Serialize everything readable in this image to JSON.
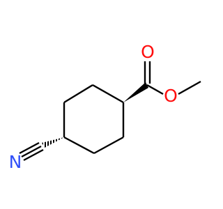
{
  "molecule": {
    "atoms": {
      "oxygen_carbonyl": "O",
      "oxygen_ester": "O",
      "nitrogen": "N"
    },
    "colors": {
      "bond": "#000000",
      "oxygen": "#ff0d0d",
      "nitrogen": "#3050f8"
    }
  }
}
